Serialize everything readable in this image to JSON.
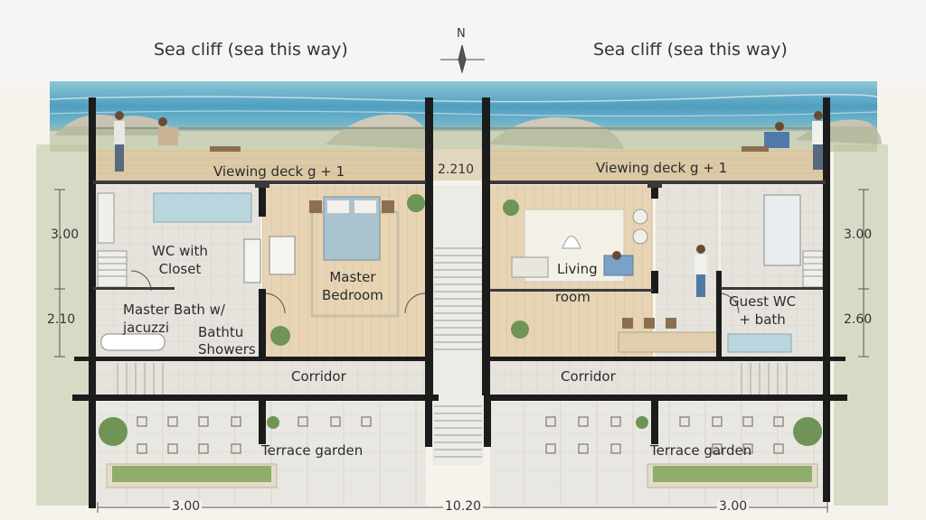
{
  "headers": {
    "left": "Sea cliff (sea this way)",
    "right": "Sea cliff (sea this way)",
    "north": "N"
  },
  "rooms": {
    "deck_left": "Viewing deck g + 1",
    "deck_right": "Viewing deck g + 1",
    "wc_closet": "WC with\nCloset",
    "master_bath": "Master Bath w/\njacuzzi",
    "bathtub_showers": "Bathtu\nShowers",
    "master_bedroom": "Master\nBedroom",
    "living": "Living",
    "living_room": "room",
    "guest_wc": "Guest WC\n+ bath",
    "corridor_left": "Corridor",
    "corridor_right": "Corridor",
    "terrace_left": "Terrace garden",
    "terrace_right": "Terrace garden"
  },
  "dimensions": {
    "center_top": "2.210",
    "left_upper": "3.00",
    "left_lower": "2.10",
    "right_upper": "3.00",
    "right_lower": "2.60",
    "bottom_left": "3.00",
    "bottom_center": "10.20",
    "bottom_right": "3.00"
  },
  "colors": {
    "sea": "#5fa8c4",
    "sky": "#eef4f6",
    "wall": "#1c1c1c",
    "deck": "#d8c7a8",
    "floor_wood": "#e4d2b3",
    "floor_tile": "#e2e2dc",
    "vegetation": "#7f9c5e"
  }
}
